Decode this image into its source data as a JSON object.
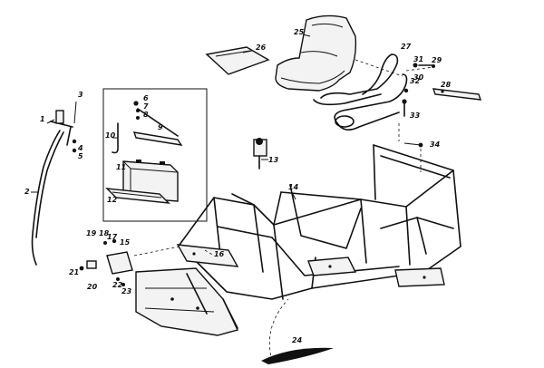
{
  "diagram": {
    "callouts": [
      {
        "n": "1"
      },
      {
        "n": "2"
      },
      {
        "n": "3"
      },
      {
        "n": "4"
      },
      {
        "n": "5"
      },
      {
        "n": "6"
      },
      {
        "n": "7"
      },
      {
        "n": "8"
      },
      {
        "n": "9"
      },
      {
        "n": "10"
      },
      {
        "n": "11"
      },
      {
        "n": "12"
      },
      {
        "n": "13"
      },
      {
        "n": "14"
      },
      {
        "n": "15"
      },
      {
        "n": "16"
      },
      {
        "n": "17"
      },
      {
        "n": "18"
      },
      {
        "n": "19"
      },
      {
        "n": "20"
      },
      {
        "n": "21"
      },
      {
        "n": "22"
      },
      {
        "n": "23"
      },
      {
        "n": "24"
      },
      {
        "n": "25"
      },
      {
        "n": "26"
      },
      {
        "n": "27"
      },
      {
        "n": "28"
      },
      {
        "n": "29"
      },
      {
        "n": "30"
      },
      {
        "n": "31"
      },
      {
        "n": "32"
      },
      {
        "n": "33"
      },
      {
        "n": "34"
      }
    ]
  }
}
